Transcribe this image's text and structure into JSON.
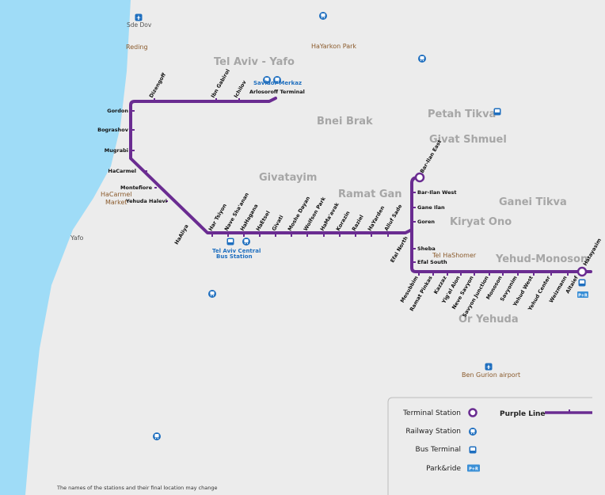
{
  "colors": {
    "line": "#6a2c91",
    "sea": "#9fdcf7",
    "land": "#ececec",
    "text_city": "#a6a6a6",
    "bus": "#1f6fbf"
  },
  "cities": {
    "tel_aviv": "Tel Aviv - Yafo",
    "bnei_brak": "Bnei Brak",
    "petah_tikva": "Petah Tikva",
    "givat_shmuel": "Givat Shmuel",
    "givatayim": "Givatayim",
    "ramat_gan": "Ramat Gan",
    "ganei_tikva": "Ganei Tikva",
    "kiryat_ono": "Kiryat Ono",
    "yehud_monoson": "Yehud-Monoson",
    "or_yehuda": "Or Yehuda"
  },
  "places": {
    "sde_dov": "Sde Dov",
    "reding": "Reding",
    "hayarkon_park": "HaYarkon Park",
    "hacarmel_market": "HaCarmel Market",
    "yafo": "Yafo",
    "savidor": "Savidor Merkaz",
    "arlosoroff": "Arlosoroff Terminal",
    "central_bus": "Tel Aviv Central Bus Station",
    "tel_hashomer": "Tel HaShomer",
    "ben_gurion": "Ben Gurion airport"
  },
  "stations": {
    "dizengoff": "Dizengoff",
    "ibn_gabirol": "Ibn Gabirol",
    "ichilov": "Ichilov",
    "gordon": "Gordon",
    "bograshov": "Bograshov",
    "mugrabi": "Mugrabi",
    "hacarmel": "HaCarmel",
    "montefiore": "Montefiore",
    "yehuda_halevi": "Yehuda Halevi",
    "haaliya": "HaAliya",
    "har_tsiyon": "Har Tsiyon",
    "nave_sha": "Nave Sha'anan",
    "hahagana": "HaHagana",
    "haetsel": "HaEtsel",
    "givati": "Givati",
    "moshe_dayan": "Moshe Dayan",
    "wolfson": "Wolfson Park",
    "hamaavak": "HaMa'avak",
    "korazin": "Korazin",
    "raziel": "Raziel",
    "hayarden": "HaYarden",
    "alluf_sade": "Alluf Sade",
    "efal_north": "Efal North",
    "bar_ilan_east": "Bar-Ilan East",
    "bar_ilan_west": "Bar-Ilan West",
    "gane_ilan": "Gane Ilan",
    "goren": "Goren",
    "sheba": "Sheba",
    "efal_south": "Efal South",
    "mesubbim": "Mesubbim",
    "ramat_pinkas": "Ramat Pinkas",
    "kazzaz": "Kazzaz",
    "yigal_alon": "Yig'al Alon",
    "neve_savyon": "Neve Savyon",
    "savyon_junction": "Savyon Junction",
    "monoson": "Monoson",
    "savyonim": "Savyonim",
    "yehud_west": "Yehud West",
    "yehud_center": "Yehud Center",
    "weizmann": "Weizmann",
    "altaief": "Altaief",
    "hatayasim": "Hatayasim"
  },
  "legend": {
    "terminal": "Terminal Station",
    "railway": "Railway Station",
    "bus": "Bus Terminal",
    "park": "Park&ride",
    "line": "Purple Line",
    "park_icon": "P+R"
  },
  "note": "The names of the stations and their final location may change"
}
